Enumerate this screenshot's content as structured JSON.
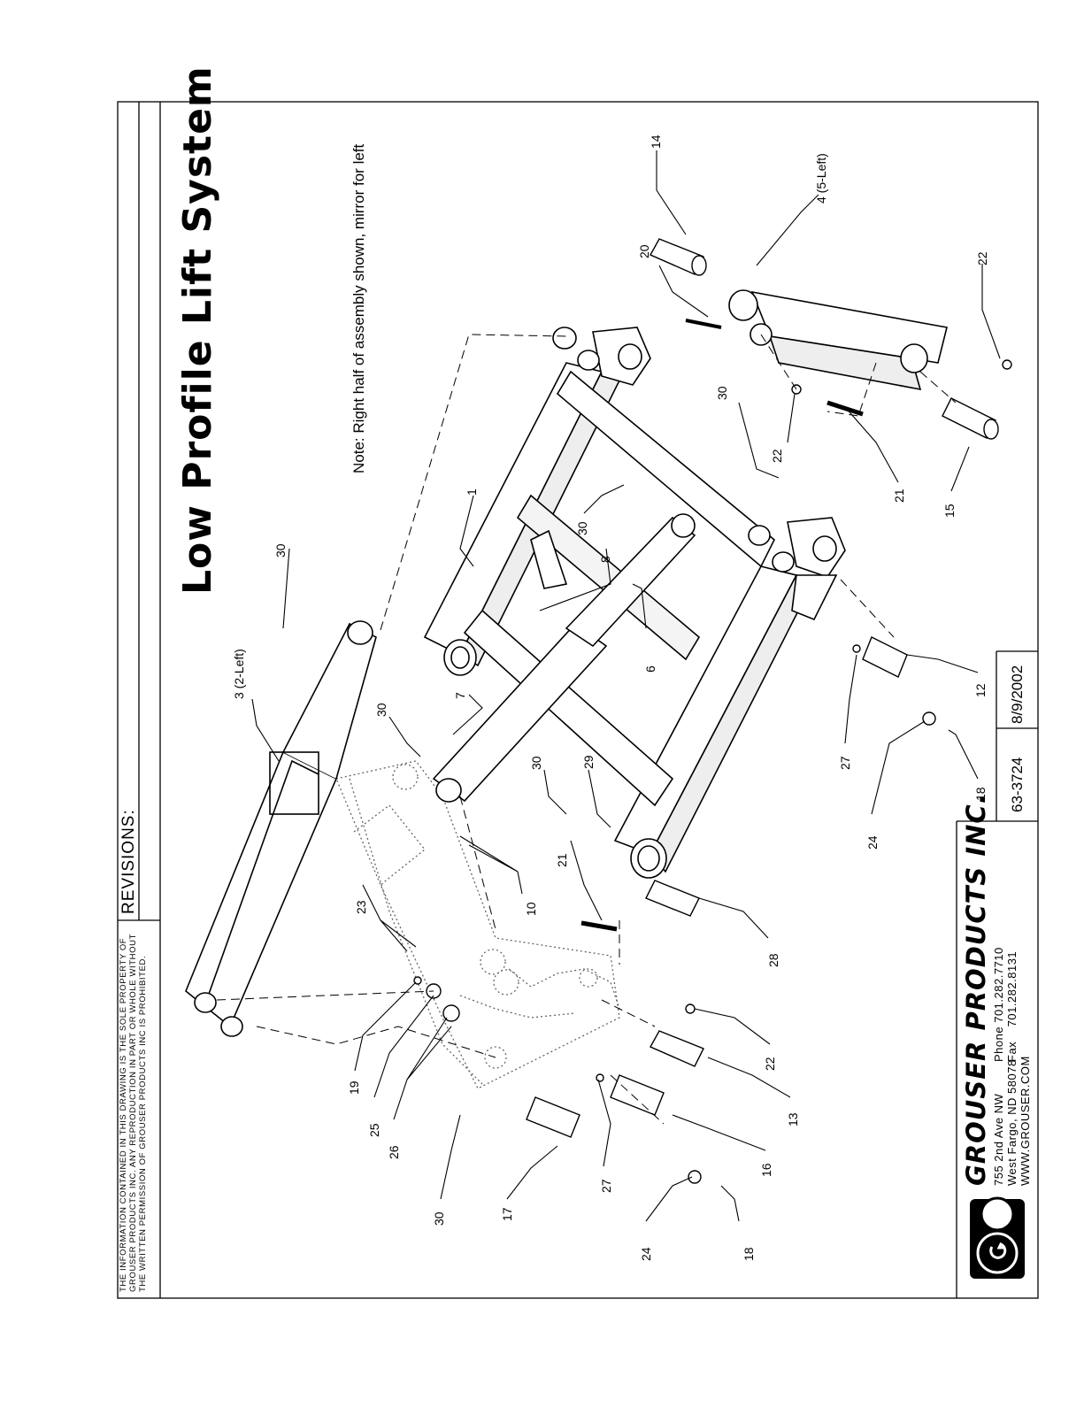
{
  "drawing": {
    "title": "Low Profile Lift System",
    "note": "Note: Right half of assembly shown, mirror for left",
    "revisions_label": "REVISIONS:",
    "legal_lines": [
      "THE INFORMATION CONTAINED IN THIS DRAWING IS THE SOLE PROPERTY OF",
      "GROUSER PRODUCTS INC. ANY REPRODUCTION IN PART OR WHOLE WITHOUT",
      "THE WRITTEN PERMISSION OF GROUSER PRODUCTS INC IS PROHIBITED."
    ]
  },
  "title_block": {
    "company": "GROUSER PRODUCTS INC.",
    "address_lines": [
      "755 2nd Ave NW",
      "West Fargo, ND 58078",
      "WWW.GROUSER.COM"
    ],
    "phone_label": "Phone",
    "phone": "701.282.7710",
    "fax_label": "Fax",
    "fax": "701.282.8131",
    "part_number": "63-3724",
    "date": "8/9/2002"
  },
  "callouts": [
    {
      "label": "1"
    },
    {
      "label": "3 (2-Left)"
    },
    {
      "label": "4 (5-Left)"
    },
    {
      "label": "6"
    },
    {
      "label": "7"
    },
    {
      "label": "8"
    },
    {
      "label": "10"
    },
    {
      "label": "12"
    },
    {
      "label": "13"
    },
    {
      "label": "14"
    },
    {
      "label": "15"
    },
    {
      "label": "16"
    },
    {
      "label": "17"
    },
    {
      "label": "18"
    },
    {
      "label": "18"
    },
    {
      "label": "19"
    },
    {
      "label": "20"
    },
    {
      "label": "21"
    },
    {
      "label": "21"
    },
    {
      "label": "22"
    },
    {
      "label": "22"
    },
    {
      "label": "22"
    },
    {
      "label": "23"
    },
    {
      "label": "24"
    },
    {
      "label": "24"
    },
    {
      "label": "25"
    },
    {
      "label": "26"
    },
    {
      "label": "27"
    },
    {
      "label": "27"
    },
    {
      "label": "28"
    },
    {
      "label": "29"
    },
    {
      "label": "30"
    },
    {
      "label": "30"
    },
    {
      "label": "30"
    },
    {
      "label": "30"
    },
    {
      "label": "30"
    },
    {
      "label": "30"
    }
  ],
  "colors": {
    "ink": "#000000",
    "paper": "#ffffff",
    "phantom": "#555555"
  }
}
